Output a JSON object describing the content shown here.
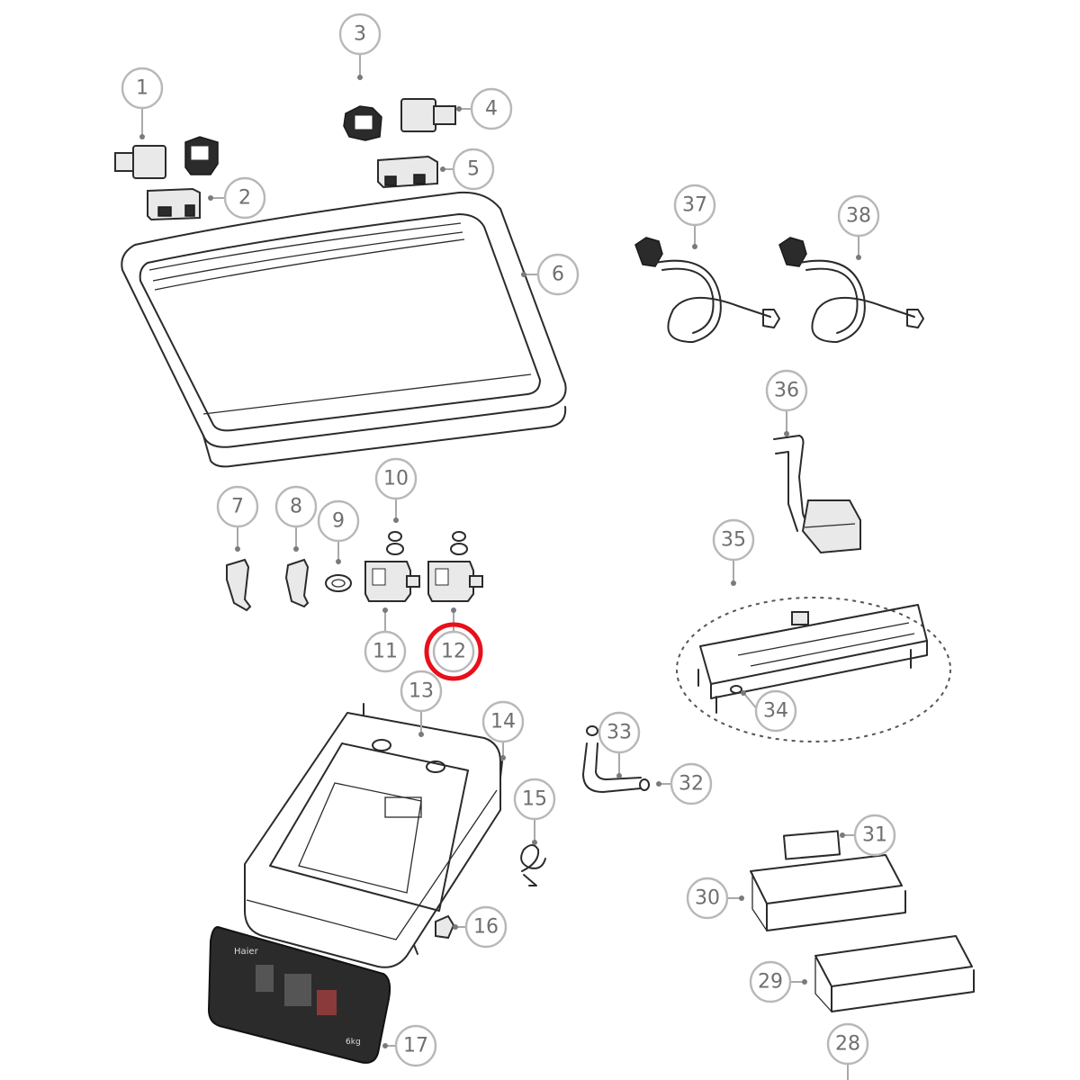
{
  "highlight": {
    "callout": "12",
    "color": "#e8101a"
  },
  "colors": {
    "line": "#2b2b2b",
    "callout_stroke": "#b8b8b8",
    "callout_text": "#6f6f6f"
  },
  "callouts": [
    "1",
    "2",
    "3",
    "4",
    "5",
    "6",
    "7",
    "8",
    "9",
    "10",
    "11",
    "12",
    "13",
    "14",
    "15",
    "16",
    "17",
    "28",
    "29",
    "30",
    "31",
    "32",
    "33",
    "34",
    "35",
    "36",
    "37",
    "38"
  ],
  "parts": {
    "lid_hinge_bushings": [
      "1",
      "2",
      "3",
      "4",
      "5"
    ],
    "glass_lid_frame": "6",
    "hinges": [
      "7",
      "8"
    ],
    "washer": "9",
    "inlet_valves": [
      "10",
      "11",
      "12"
    ],
    "top_cover": "13",
    "screw": "14",
    "spring": "15",
    "switch_bracket": "16",
    "control_panel_decal": "17",
    "rails": [
      "28",
      "29",
      "30"
    ],
    "label": "31",
    "hose_clamp": "32",
    "hose": "33",
    "pcb_board": [
      "34",
      "35"
    ],
    "water_level_sensor": "36",
    "inlet_hoses": [
      "37",
      "38"
    ]
  },
  "panel_text": {
    "brand": "Haier",
    "capacity": "6kg"
  }
}
